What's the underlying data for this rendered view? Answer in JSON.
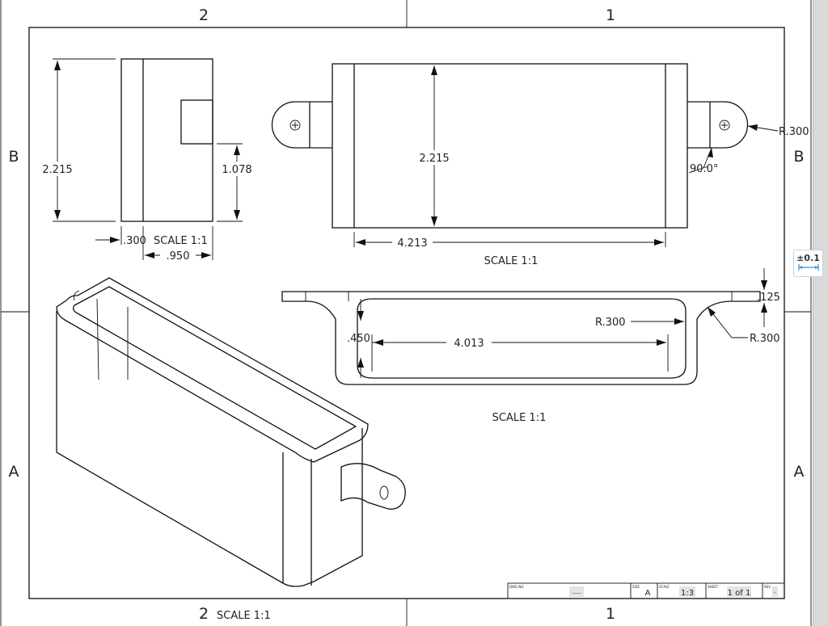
{
  "zones": {
    "top": [
      "2",
      "1"
    ],
    "bottom": [
      "2",
      "1"
    ],
    "left": [
      "B",
      "A"
    ],
    "right": [
      "B",
      "A"
    ]
  },
  "front_view": {
    "height": "2.215",
    "slot_height": "1.078",
    "wall": ".300",
    "depth": ".950",
    "scale": "SCALE 1:1"
  },
  "top_view": {
    "height": "2.215",
    "width": "4.213",
    "radius": "R.300",
    "angle": "90.0°",
    "scale": "SCALE 1:1"
  },
  "section_view": {
    "flange": ".125",
    "inner_radius": "R.300",
    "outer_radius": "R.300",
    "depth": ".450",
    "inner_width": "4.013",
    "scale": "SCALE 1:1"
  },
  "iso_view": {
    "scale": "SCALE 1:1"
  },
  "title_block": {
    "dwg_no_label": "DWG NO.",
    "dwg_no": "-----",
    "size_label": "SIZE",
    "size": "A",
    "scale_label": "SCALE",
    "scale": "1:3",
    "sheet_label": "SHEET",
    "sheet": "1 of 1",
    "rev_label": "REV",
    "rev": "-"
  },
  "toolbar": {
    "tolerance_label": "±0.1"
  }
}
